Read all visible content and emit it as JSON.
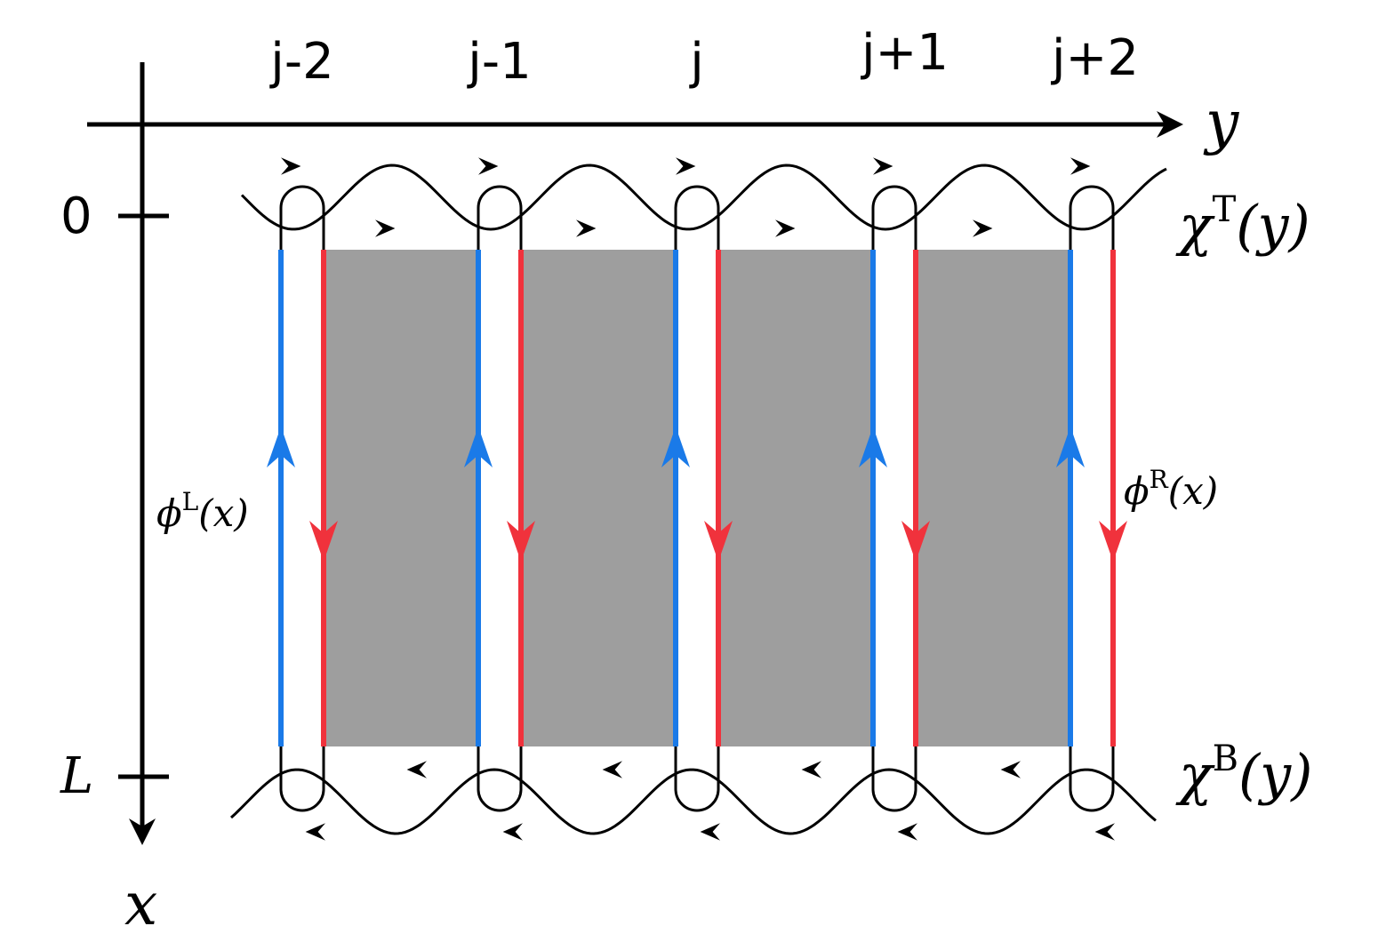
{
  "columns": [
    {
      "index_label": "j-2"
    },
    {
      "index_label": "j-1"
    },
    {
      "index_label": "j"
    },
    {
      "index_label": "j+1"
    },
    {
      "index_label": "j+2"
    }
  ],
  "axes": {
    "y_label": "y",
    "x_label": "x",
    "tick_top": "0",
    "tick_bottom": "L"
  },
  "fields": {
    "chi_top": {
      "symbol": "χ",
      "sup": "T",
      "arg": "(y)"
    },
    "chi_bottom": {
      "symbol": "χ",
      "sup": "B",
      "arg": "(y)"
    },
    "phi_left": {
      "symbol": "ϕ",
      "sup": "L",
      "arg": "(x)"
    },
    "phi_right": {
      "symbol": "ϕ",
      "sup": "R",
      "arg": "(x)"
    }
  },
  "colors": {
    "left_mover": "#1a7ae8",
    "right_mover": "#f0323c",
    "bulk": "#9e9e9e",
    "line": "#000000"
  }
}
